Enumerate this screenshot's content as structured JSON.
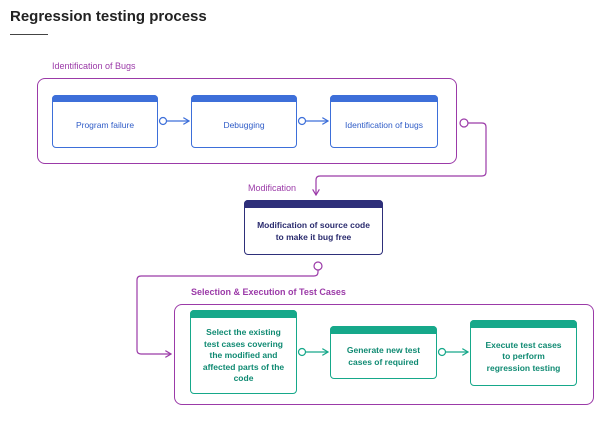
{
  "title": "Regression testing process",
  "sections": {
    "identification": {
      "label": "Identification of Bugs",
      "steps": [
        "Program failure",
        "Debugging",
        "Identification of bugs"
      ]
    },
    "modification": {
      "label": "Modification",
      "steps": [
        "Modification of source code to make it bug free"
      ]
    },
    "selection": {
      "label": "Selection & Execution of Test Cases",
      "steps": [
        "Select the existing test cases covering the modified and affected parts of the code",
        "Generate new test cases of required",
        "Execute test cases to perform regression testing"
      ]
    }
  },
  "colors": {
    "section": "#9b3aa8",
    "stage1": "#3d6fd9",
    "stage2": "#2e2f7a",
    "stage3": "#16a88a"
  }
}
